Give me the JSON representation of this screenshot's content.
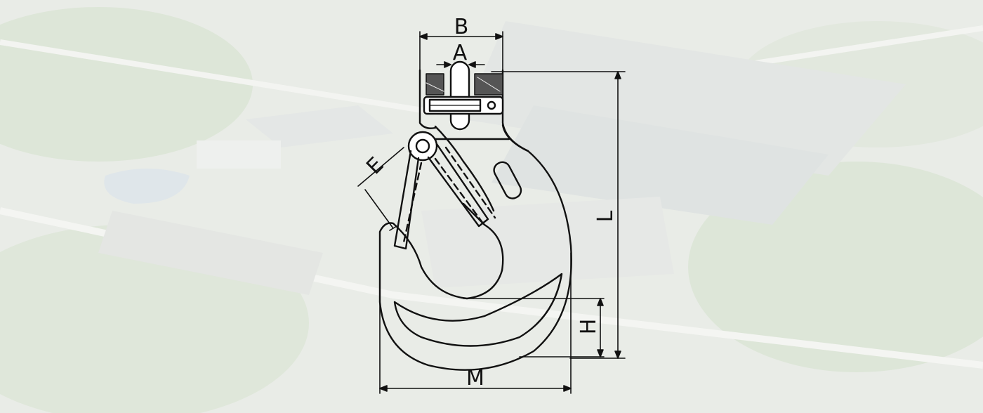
{
  "colors": {
    "background": "#eef0ec",
    "line": "#111111",
    "photo_tint": "#dfe6dc"
  },
  "background": {
    "icon": "factory-aerial-photo"
  },
  "drawing": {
    "icon": "eye-hook-with-safety-latch",
    "labels": {
      "B": "B",
      "A": "A",
      "E": "E",
      "L": "L",
      "H": "H",
      "M": "M"
    }
  }
}
